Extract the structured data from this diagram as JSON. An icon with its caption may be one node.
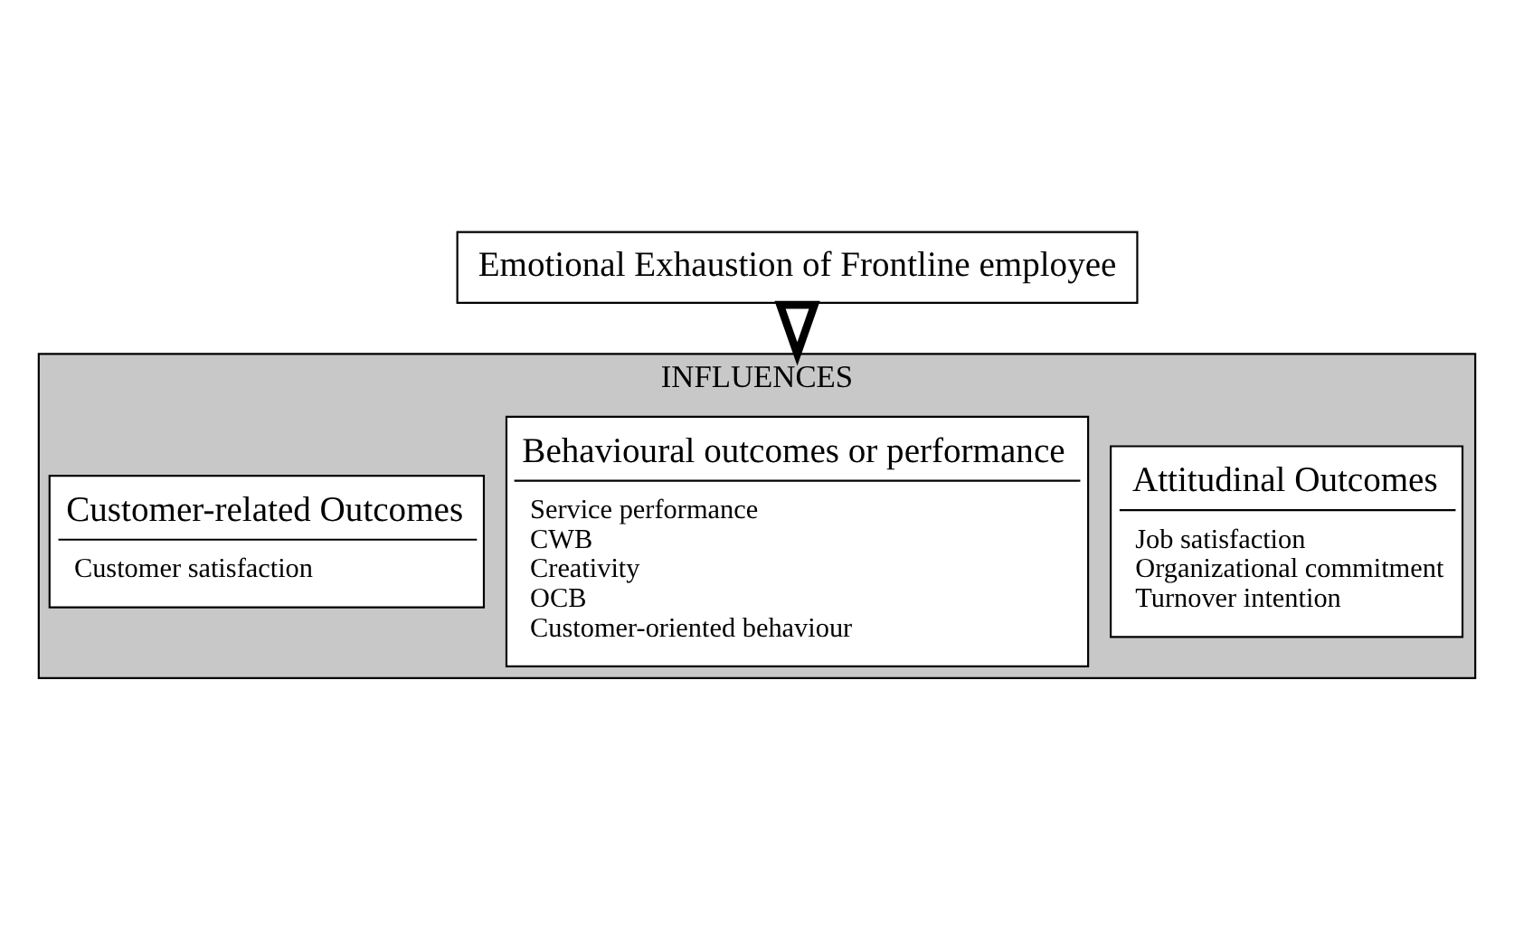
{
  "diagram": {
    "nodes": [
      {
        "text": [
          "Emotional Exhaustion of Frontline employee"
        ]
      },
      {
        "text": [
          "INFLUENCES"
        ]
      },
      {
        "text": [
          "Attitudinal Outcomes",
          "Job satisfaction",
          "Organizational commitment",
          "Turnover intention"
        ],
        "in": 1
      },
      {
        "text": [
          "Behavioural outcomes or performance",
          "Service performance",
          "CWB",
          "Creativity",
          "OCB",
          "Customer-oriented behaviour"
        ],
        "in": 1
      },
      {
        "text": [
          "Customer-related Outcomes",
          "Customer satisfaction"
        ],
        "in": 1
      }
    ],
    "edges": [
      {
        "from": 0,
        "to": 1,
        "arrow": "to",
        "style": "thick"
      }
    ]
  }
}
